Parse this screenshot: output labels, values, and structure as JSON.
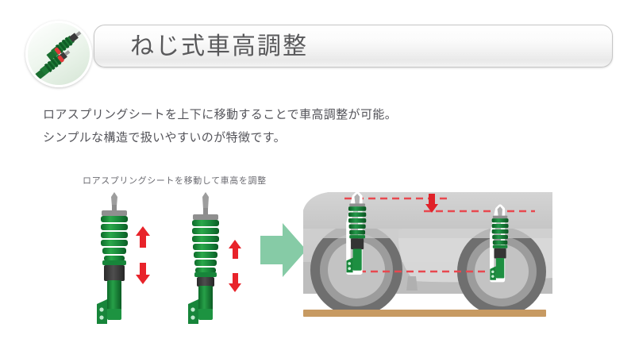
{
  "page": {
    "background": "#ffffff",
    "language": "ja"
  },
  "header": {
    "title": "ねじ式車高調整",
    "badge_icon": "coilover-pair-icon",
    "bar_border_color": "#c6c6c6",
    "title_color": "#59595b"
  },
  "body": {
    "paragraphs": [
      "ロアスプリングシートを上下に移動することで車高調整が可能。",
      "シンプルな構造で扱いやすいのが特徴です。"
    ]
  },
  "figure": {
    "caption": "ロアスプリングシートを移動して車高を調整",
    "coilover_high": {
      "name": "coilover-raised",
      "spring_color": "#1f8f3e",
      "collar_color": "#3c3c3c",
      "arrow_color": "#e8232a",
      "state_label": "raised"
    },
    "coilover_low": {
      "name": "coilover-lowered",
      "spring_color": "#1f8f3e",
      "collar_color": "#3c3c3c",
      "arrow_color": "#e8232a",
      "state_label": "lowered"
    },
    "transition_arrow": {
      "name": "green-right-arrow",
      "color": "#86cba6",
      "direction": "right"
    },
    "car_scene": {
      "name": "car-side-view",
      "body_color": "#cfcfcf",
      "body_shade_color": "#b5b5b5",
      "wheel_color": "#8c8c8c",
      "tire_color": "#6f6f6f",
      "ground_color": "#c79a62",
      "guide_line_color": "#e8484f",
      "drop_arrow_color": "#e02229",
      "front_coilover": "coilover-front",
      "rear_coilover": "coilover-rear"
    }
  },
  "colors": {
    "accent_green": "#1f8f3e",
    "accent_red": "#e8232a",
    "ground_tan": "#c79a62",
    "text_grey": "#54545a"
  }
}
